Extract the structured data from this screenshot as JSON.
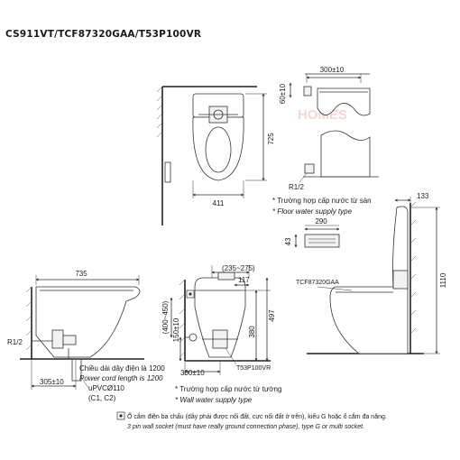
{
  "title": "CS911VT/TCF87320GAA/T53P100VR",
  "watermark": "HOMES",
  "dims": {
    "d300": "300±10",
    "d60": "60±10",
    "d725": "725",
    "d411": "411",
    "d133": "133",
    "d290": "290",
    "d43": "43",
    "d1110": "1110",
    "d735": "735",
    "d235": "(235~275)",
    "d117": "117",
    "d400": "(400~450)",
    "d380": "380",
    "d497": "497",
    "d150": "150±10",
    "d305": "305±10",
    "d300b": "300±10",
    "r12a": "R1/2",
    "r12b": "R1/2"
  },
  "labels": {
    "floor_vn": "* Trường hợp cấp nước từ sàn",
    "floor_en": "* Floor water supply type",
    "seat_model": "TCF87320GAA",
    "cord_vn": "Chiều dài dây điện là 1200",
    "cord_en": "Power cord length is 1200",
    "upvc": "uPVCØ110",
    "c1c2": "(C1, C2)",
    "wall_vn": "* Trường hợp cấp nước từ tường",
    "wall_en": "* Wall water supply type",
    "valve_model": "T53P100VR"
  },
  "note": {
    "vn": "Ổ cắm điện ba chấu (dây phải được nối đất, cực nối đất ở trên), kiểu G hoặc ổ cắm đa năng.",
    "en": "3 pin wall socket (must have really ground connection phase), type G or multi socket."
  },
  "icons": [
    "socket-icon",
    "rotate-arrow-icon"
  ]
}
